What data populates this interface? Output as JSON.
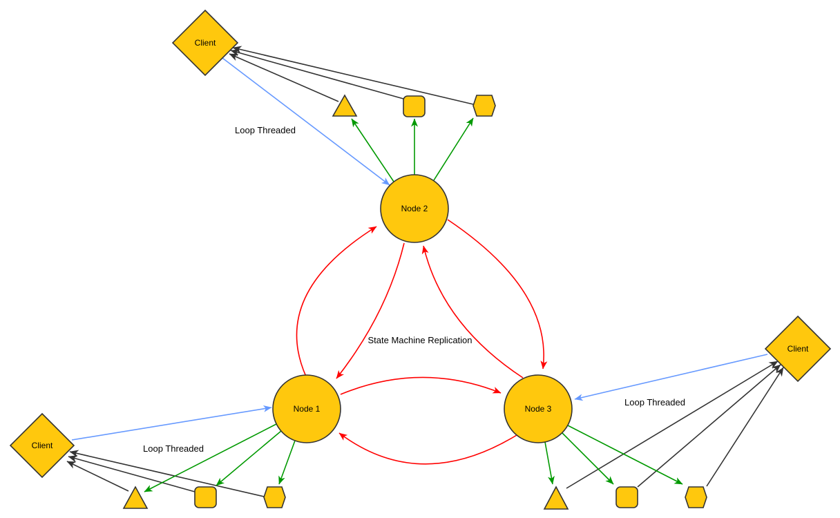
{
  "colors": {
    "canvas": "#ffffff",
    "shape_fill": "#FFC80D",
    "shape_stroke": "#333333",
    "replication_edge": "#FF0000",
    "dispatch_edge": "#009900",
    "loop_edge": "#6699FF",
    "reply_edge": "#333333",
    "label_text": "#000000"
  },
  "center_label": "State Machine Replication",
  "clusters": {
    "top": {
      "client_label": "Client",
      "node_label": "Node 2",
      "edge_label": "Loop Threaded"
    },
    "bottom_left": {
      "client_label": "Client",
      "node_label": "Node 1",
      "edge_label": "Loop Threaded"
    },
    "bottom_right": {
      "client_label": "Client",
      "node_label": "Node 3",
      "edge_label": "Loop Threaded"
    }
  }
}
